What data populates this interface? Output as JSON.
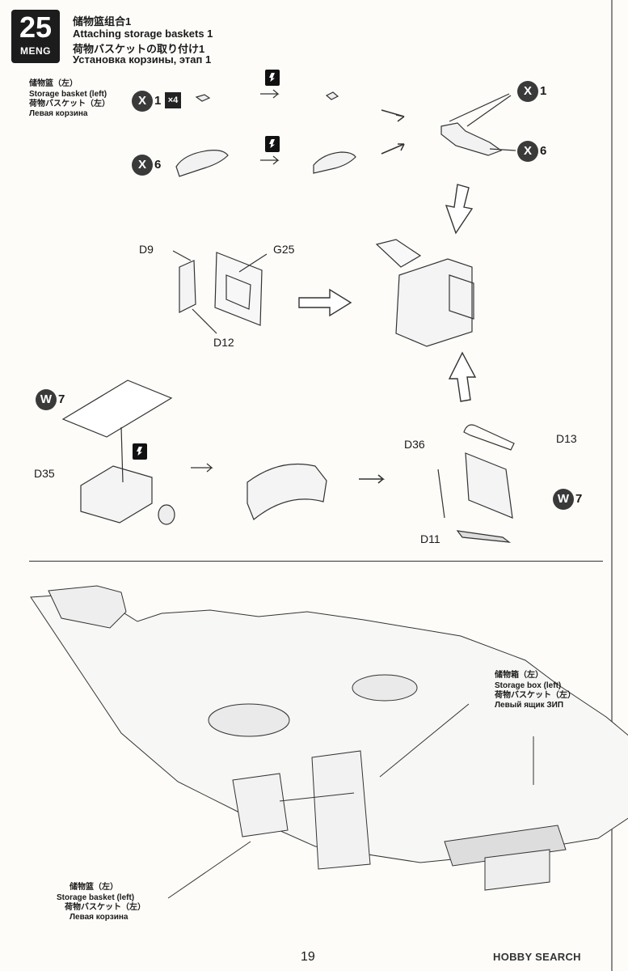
{
  "header": {
    "step_number": "25",
    "brand": "MENG",
    "title_cn": "储物篮组合1",
    "title_en": "Attaching storage baskets 1",
    "title_jp": "荷物バスケットの取り付け1",
    "title_ru": "Установка корзины, этап 1"
  },
  "sub_assembly_label": {
    "cn": "储物篮（左）",
    "en": "Storage basket (left)",
    "jp": "荷物バスケット（左）",
    "ru": "Левая корзина"
  },
  "badges": {
    "x1_left": "X",
    "x1_left_num": "1",
    "x4": "×4",
    "x6_left": "X",
    "x6_left_num": "6",
    "x1_right": "X",
    "x1_right_num": "1",
    "x6_right": "X",
    "x6_right_num": "6",
    "w7_left": "W",
    "w7_left_num": "7",
    "w7_right": "W",
    "w7_right_num": "7"
  },
  "parts": {
    "d9": "D9",
    "g25": "G25",
    "d12": "D12",
    "d35": "D35",
    "d36": "D36",
    "d13": "D13",
    "d11": "D11"
  },
  "tank_labels": {
    "box_cn": "储物箱（左）",
    "box_en": "Storage box (left)",
    "box_jp": "荷物バスケット（左）",
    "box_ru": "Левый ящик ЗИП",
    "basket_cn": "储物篮（左）",
    "basket_en": "Storage basket (left)",
    "basket_jp": "荷物バスケット（左）",
    "basket_ru": "Левая корзина"
  },
  "page_number": "19",
  "footer": "HOBBY SEARCH"
}
